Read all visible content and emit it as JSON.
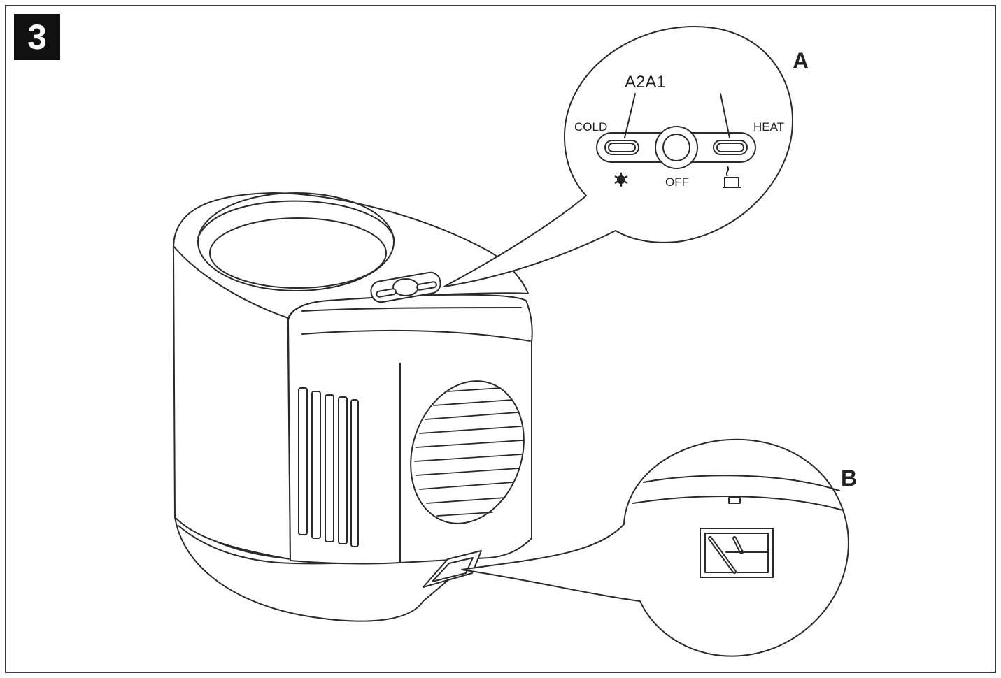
{
  "figure": {
    "step_number": "3",
    "callout_a": {
      "letter": "A",
      "position_codes": "A2A1",
      "left_label": "COLD",
      "right_label": "HEAT",
      "center_label": "OFF",
      "left_icon": "snowflake-icon",
      "right_icon": "heater-icon"
    },
    "callout_b": {
      "letter": "B",
      "content": "power-socket-icon"
    }
  },
  "colors": {
    "line": "#2a2a2a",
    "fill": "#ffffff",
    "badge": "#111111"
  }
}
